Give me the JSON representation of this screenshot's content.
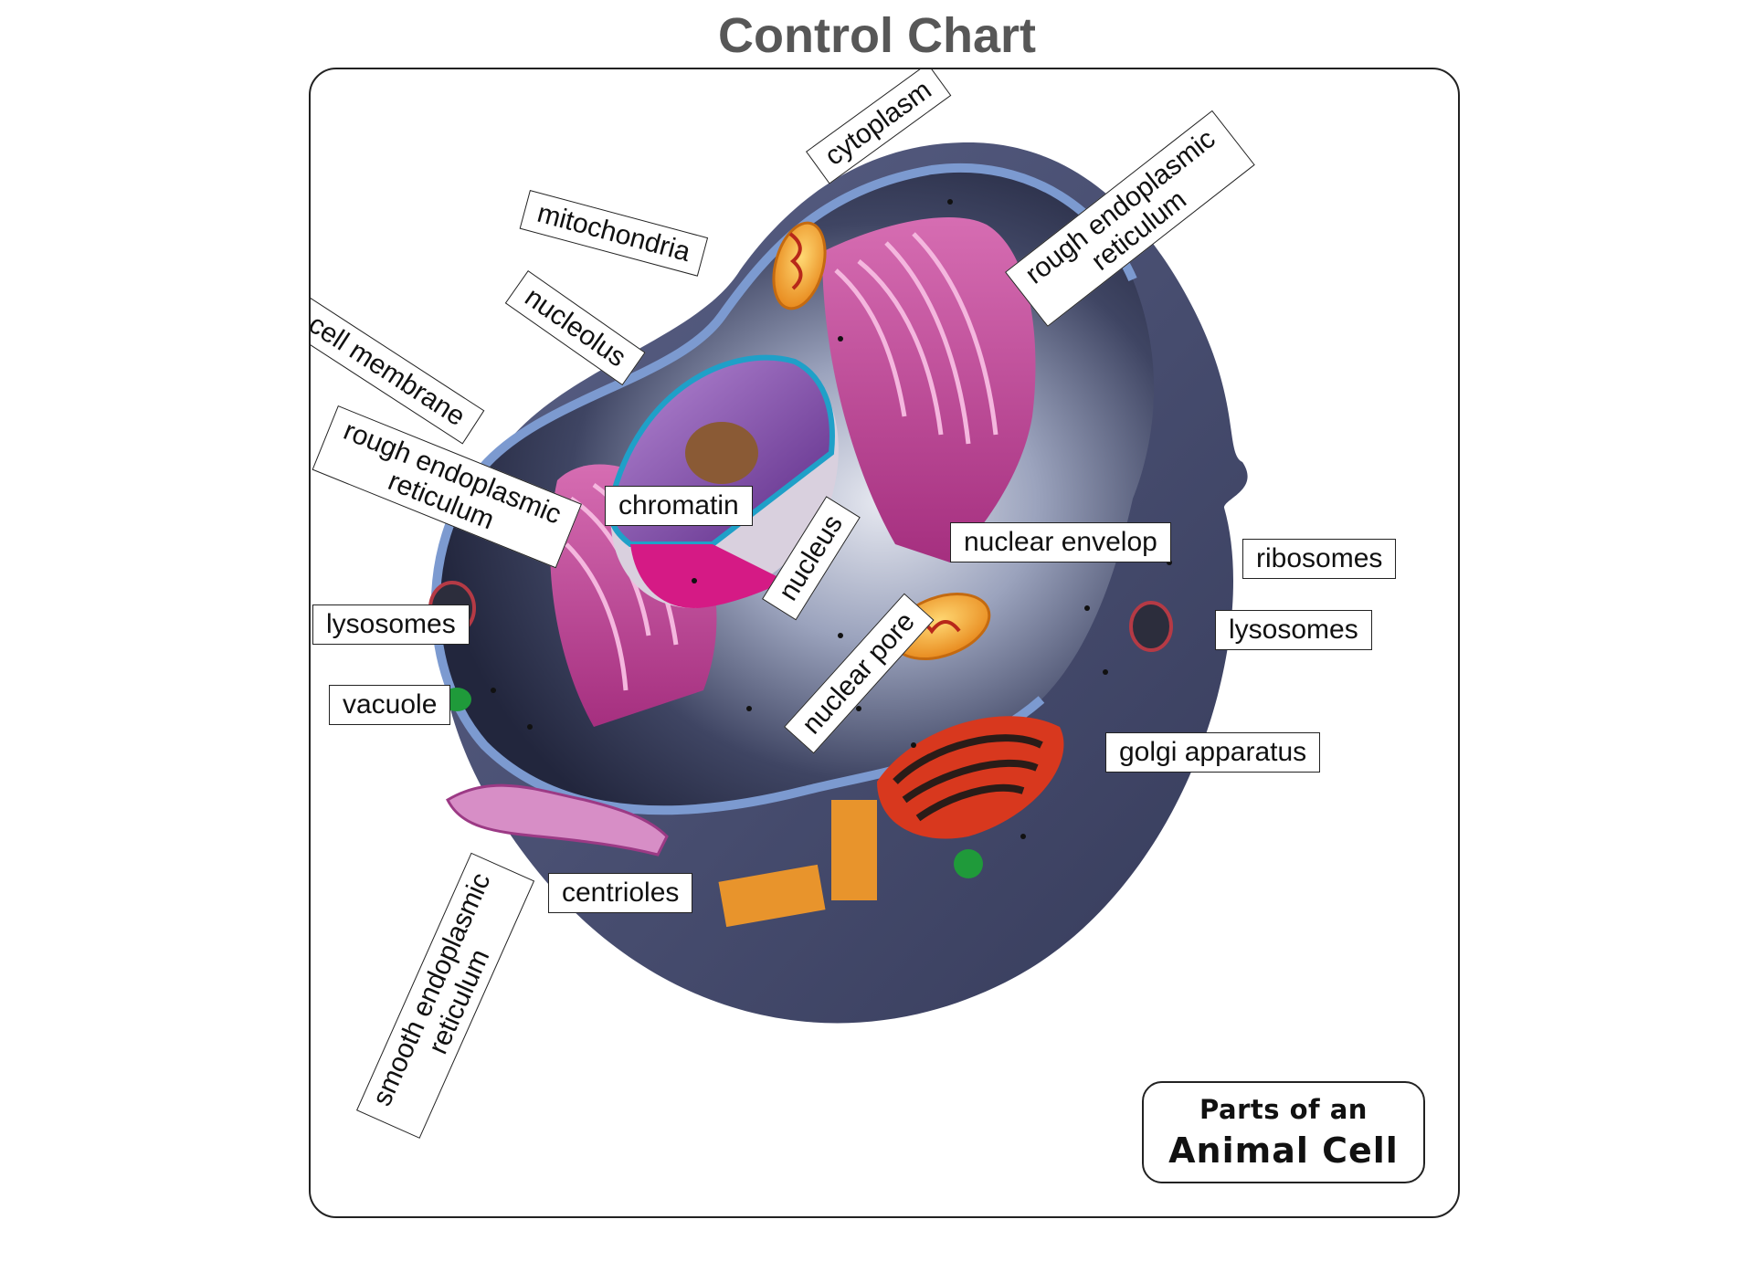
{
  "page": {
    "title": "Control Chart"
  },
  "diagram": {
    "title_line1": "Parts of an",
    "title_line2": "Animal Cell",
    "labels": {
      "cytoplasm": "cytoplasm",
      "rough_er_right_1": "rough endoplasmic",
      "rough_er_right_2": "reticulum",
      "mitochondria": "mitochondria",
      "nucleolus": "nucleolus",
      "cell_membrane": "cell membrane",
      "chromatin": "chromatin",
      "rough_er_left_1": "rough endoplasmic",
      "rough_er_left_2": "reticulum",
      "nucleus": "nucleus",
      "nuclear_envelop": "nuclear envelop",
      "ribosomes": "ribosomes",
      "lysosomes_left": "lysosomes",
      "lysosomes_right": "lysosomes",
      "vacuole": "vacuole",
      "nuclear_pore": "nuclear pore",
      "golgi_apparatus": "golgi apparatus",
      "centrioles": "centrioles",
      "smooth_er_1": "smooth endoplasmic",
      "smooth_er_2": "reticulum"
    },
    "colors": {
      "membrane_blue": "#6f8fc4",
      "cell_dark": "#2a2f4a",
      "nucleus_purple": "#7b3a98",
      "er_pink": "#c44b9a",
      "mito_orange": "#f0a030",
      "golgi_red": "#d8381e",
      "centriole_orange": "#e8942c",
      "vacuole_green": "#1f9a3a"
    }
  }
}
